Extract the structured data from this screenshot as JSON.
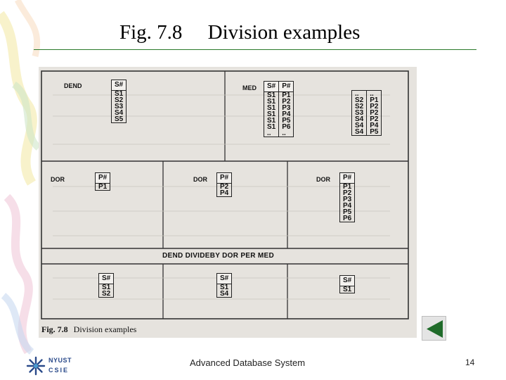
{
  "slide": {
    "title": "Fig. 7.8     Division examples",
    "footer": "Advanced Database System",
    "page_number": "14",
    "logo_line1": "NYUST",
    "logo_line2": "CSIE"
  },
  "figure": {
    "caption_num": "Fig. 7.8",
    "caption_text": "Division examples",
    "expression": "DEND DIVIDEBY DOR PER MED",
    "labels": {
      "dend": "DEND",
      "med": "MED",
      "dor": "DOR"
    },
    "dend": {
      "header": "S#",
      "rows": [
        "S1",
        "S2",
        "S3",
        "S4",
        "S5"
      ]
    },
    "med": {
      "left": {
        "headers": [
          "S#",
          "P#"
        ],
        "rows": [
          [
            "S1",
            "P1"
          ],
          [
            "S1",
            "P2"
          ],
          [
            "S1",
            "P3"
          ],
          [
            "S1",
            "P4"
          ],
          [
            "S1",
            "P5"
          ],
          [
            "S1",
            "P6"
          ],
          [
            "..",
            ".."
          ]
        ]
      },
      "right": {
        "rows": [
          [
            "..",
            ".."
          ],
          [
            "S2",
            "P1"
          ],
          [
            "S2",
            "P2"
          ],
          [
            "S3",
            "P2"
          ],
          [
            "S4",
            "P2"
          ],
          [
            "S4",
            "P4"
          ],
          [
            "S4",
            "P5"
          ]
        ]
      }
    },
    "dor1": {
      "header": "P#",
      "rows": [
        "P1"
      ]
    },
    "dor2": {
      "header": "P#",
      "rows": [
        "P2",
        "P4"
      ]
    },
    "dor3": {
      "header": "P#",
      "rows": [
        "P1",
        "P2",
        "P3",
        "P4",
        "P5",
        "P6"
      ]
    },
    "res1": {
      "header": "S#",
      "rows": [
        "S1",
        "S2"
      ]
    },
    "res2": {
      "header": "S#",
      "rows": [
        "S1",
        "S4"
      ]
    },
    "res3": {
      "header": "S#",
      "rows": [
        "S1"
      ]
    }
  },
  "colors": {
    "title_rule": "#2a7a2a",
    "scan_background": "#e6e3de",
    "nav_arrow": "#1f6b2a"
  },
  "icons": {
    "nav": "triangle-left-icon",
    "logo": "snowflake-logo-icon"
  }
}
